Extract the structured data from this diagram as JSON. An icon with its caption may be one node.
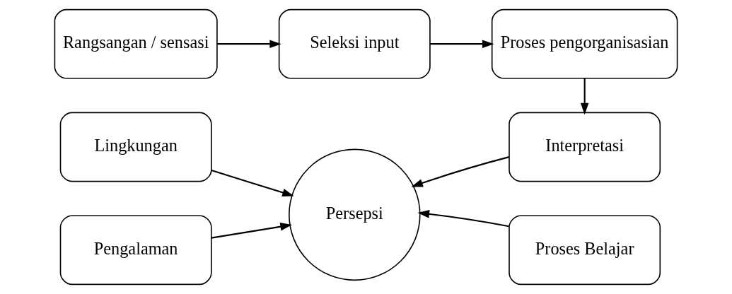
{
  "diagram": {
    "nodes": [
      {
        "text": [
          "Rangsangan / sensasi"
        ]
      },
      {
        "text": [
          "Seleksi input"
        ]
      },
      {
        "text": [
          "Proses pengorganisasian"
        ]
      },
      {
        "text": [
          "Lingkungan"
        ]
      },
      {
        "text": [
          "Persepsi"
        ]
      },
      {
        "text": [
          "Interpretasi"
        ]
      },
      {
        "text": [
          "Pengalaman"
        ]
      },
      {
        "text": [
          "Proses Belajar"
        ]
      }
    ],
    "edges": [
      {
        "from": 0,
        "to": 1,
        "arrow": "to"
      },
      {
        "from": 1,
        "to": 2,
        "arrow": "to"
      },
      {
        "from": 2,
        "to": 5,
        "arrow": "to"
      },
      {
        "from": 3,
        "to": 4,
        "arrow": "to"
      },
      {
        "from": 6,
        "to": 4,
        "arrow": "to"
      },
      {
        "from": 5,
        "to": 4,
        "arrow": "to"
      },
      {
        "from": 7,
        "to": 4,
        "arrow": "to"
      }
    ]
  }
}
